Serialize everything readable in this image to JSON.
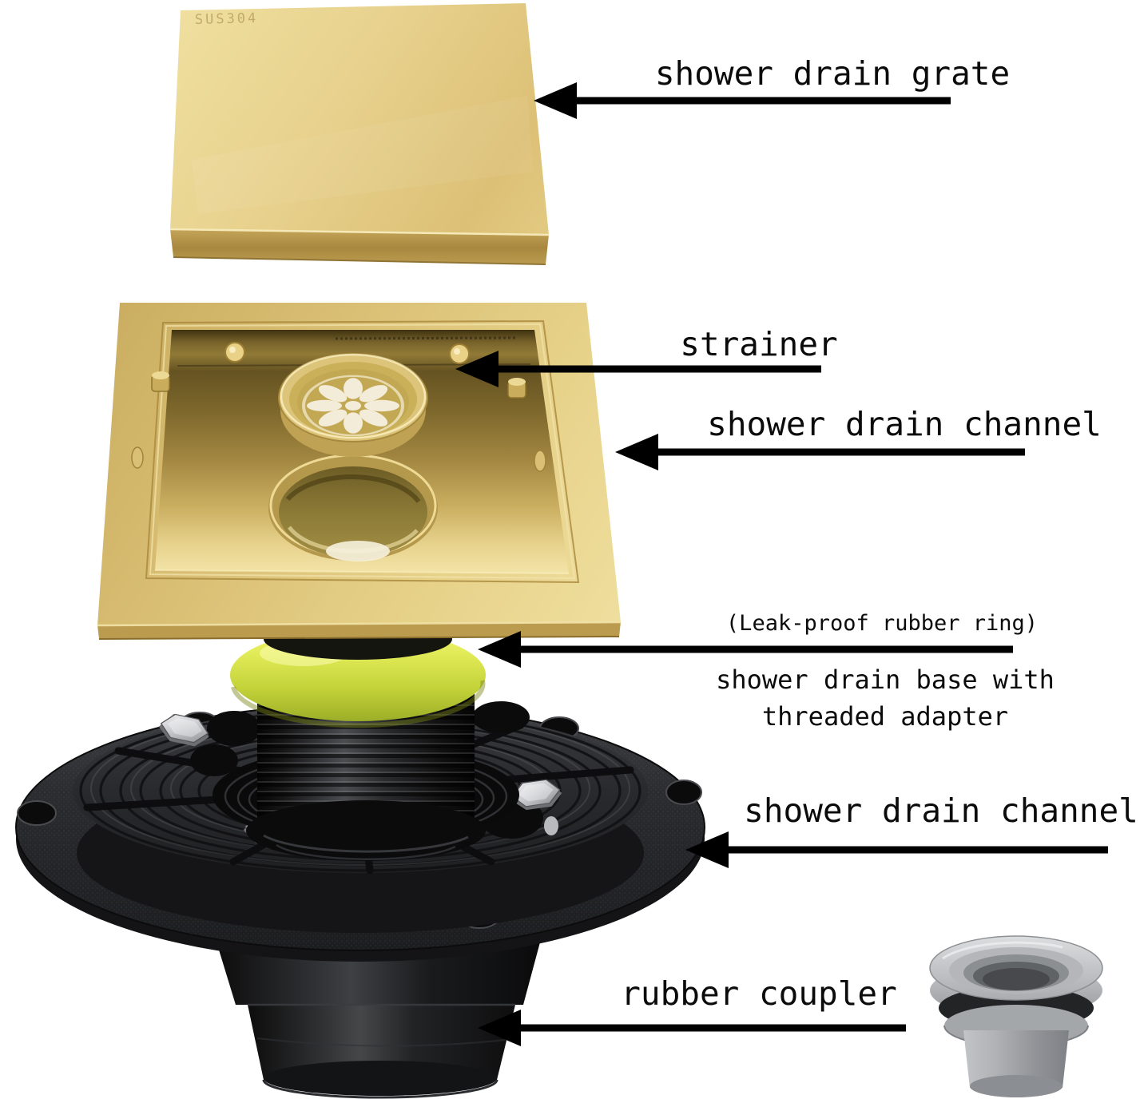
{
  "labels": {
    "grate": "shower drain grate",
    "strainer": "strainer",
    "channel_upper": "shower drain channel",
    "rubber_ring": "(Leak-proof rubber ring)",
    "base_line1": "shower drain base with",
    "base_line2": "threaded adapter",
    "channel_lower": "shower drain channel",
    "rubber_coupler": "rubber coupler"
  },
  "markings": {
    "grate_engraving": "SUS304"
  },
  "colors": {
    "gold": "#e3cb84",
    "gold_dark": "#a8873c",
    "yellow_rubber_ring": "#d6e24d",
    "black_plastic": "#1d1e20",
    "gray_rubber": "#b0b3b6",
    "arrow": "#000000",
    "background": "#ffffff"
  }
}
